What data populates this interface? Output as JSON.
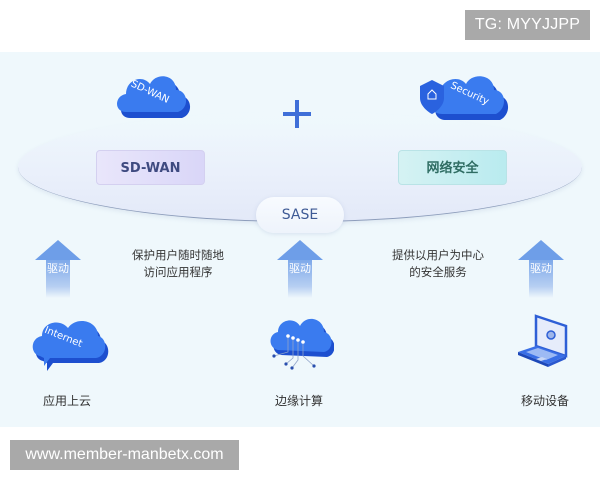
{
  "watermarks": {
    "top": "TG: MYYJJPP",
    "bottom": "www.member-manbetx.com"
  },
  "diagram": {
    "top_items": [
      {
        "cloud_text": "SD-WAN",
        "box_label": "SD-WAN",
        "icon": "sdwan-cloud-icon"
      },
      {
        "cloud_text": "Security",
        "box_label": "网络安全",
        "icon": "security-cloud-shield-icon"
      }
    ],
    "operator": "+",
    "center_label": "SASE",
    "arrow_label": "驱动",
    "descriptions": [
      {
        "line1": "保护用户随时随地",
        "line2": "访问应用程序"
      },
      {
        "line1": "提供以用户为中心",
        "line2": "的安全服务"
      }
    ],
    "bottom_items": [
      {
        "label": "应用上云",
        "icon": "internet-cloud-icon",
        "icon_text": "Internet"
      },
      {
        "label": "边缘计算",
        "icon": "edge-computing-cloud-icon"
      },
      {
        "label": "移动设备",
        "icon": "laptop-icon"
      }
    ],
    "colors": {
      "panel_bg": "#eff8fc",
      "cloud_blue": "#2f6fe8",
      "plus_blue": "#3f6fd8",
      "sdwan_box": "#dcd9f8",
      "security_box": "#bdecef",
      "sase_text": "#3e5a95"
    }
  }
}
